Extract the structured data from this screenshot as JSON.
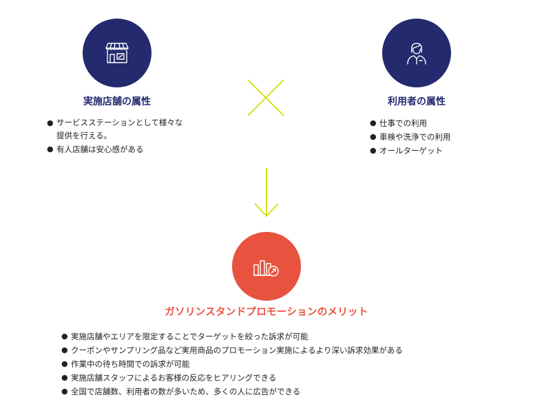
{
  "left": {
    "icon": "store-icon",
    "title": "実施店舗の属性",
    "items": [
      "サービスステーションとして様々な提供を行える。",
      "有人店舗は安心感がある"
    ],
    "item0_line1": "サービスステーションとして様々な",
    "item0_line2": "提供を行える。"
  },
  "right": {
    "icon": "user-icon",
    "title": "利用者の属性",
    "items": [
      "仕事での利用",
      "車検や洗浄での利用",
      "オールターゲット"
    ]
  },
  "bottom": {
    "icon": "chart-arrow-icon",
    "title": "ガソリンスタンドプロモーションのメリット",
    "items": [
      "実施店舗やエリアを限定することでターゲットを絞った訴求が可能",
      "クーポンやサンプリング品など実用商品のプロモーション実施によるより深い訴求効果がある",
      "作業中の待ち時間での訴求が可能",
      "実施店舗スタッフによるお客様の反応をヒアリングできる",
      "全国で店舗数、利用者の数が多いため、多くの人に広告ができる"
    ]
  },
  "colors": {
    "navy": "#232a6e",
    "red": "#e8533f",
    "accent": "#d4e21a"
  }
}
